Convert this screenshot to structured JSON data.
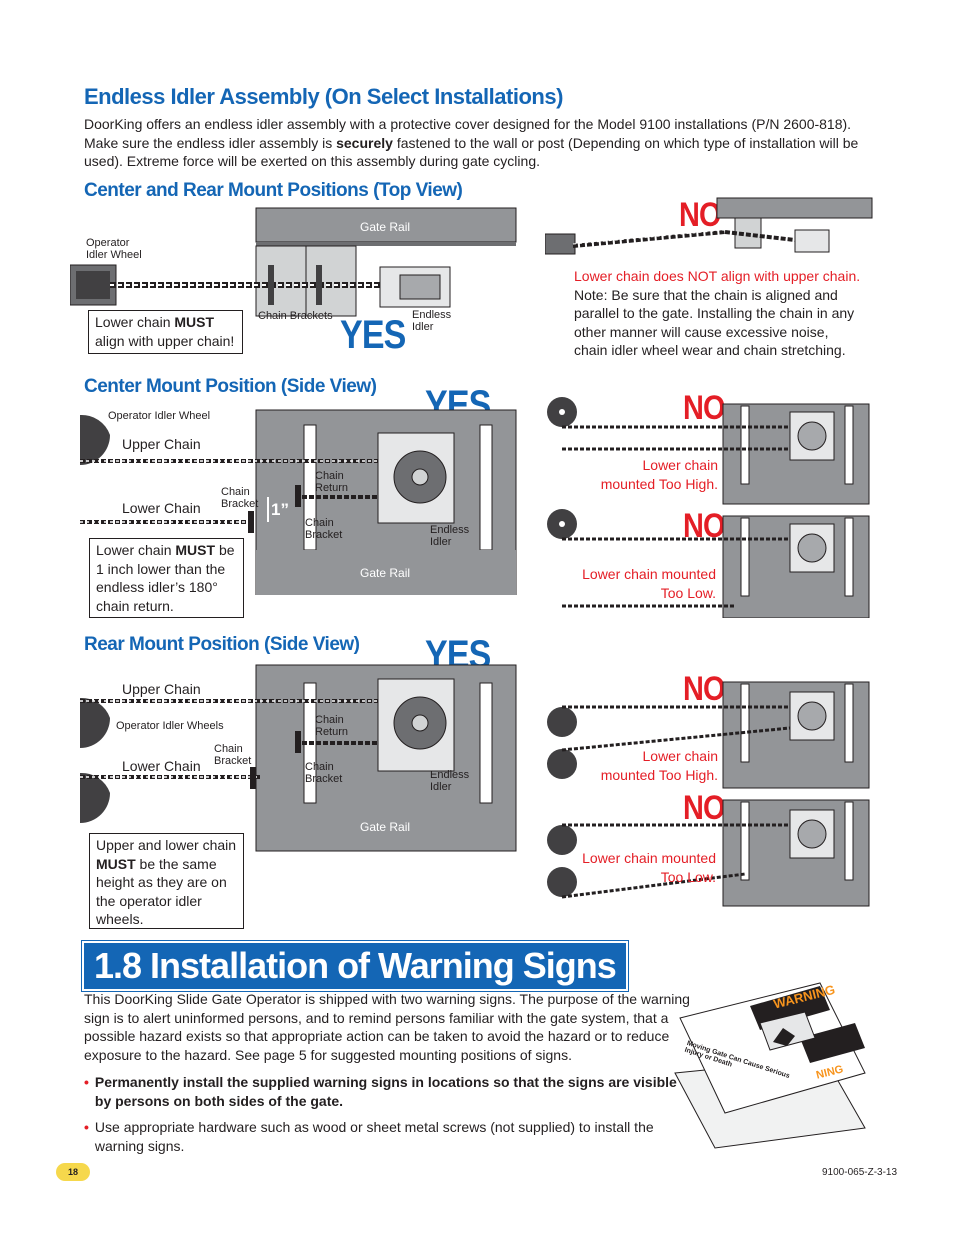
{
  "endless": {
    "heading": "Endless Idler Assembly (On Select Installations)",
    "para_1": "DoorKing offers an endless idler assembly with a protective cover designed for the Model 9100 installations (P/N 2600-818).",
    "para_2_a": "Make sure the endless idler assembly is ",
    "para_2_bold": "securely",
    "para_2_b": " fastened to the wall or post (Depending on which type of installation will be",
    "para_3": "used). Extreme force will be exerted on this assembly during gate cycling."
  },
  "top_view": {
    "heading": "Center and Rear Mount Positions (Top View)",
    "gate_rail": "Gate Rail",
    "operator_idler_1": "Operator",
    "operator_idler_2": "Idler Wheel",
    "chain_brackets": "Chain Brackets",
    "endless_1": "Endless",
    "endless_2": "Idler",
    "note_a": "Lower chain ",
    "note_bold": "MUST",
    "note_b": "align with upper chain!",
    "yes": "YES",
    "no": "NO",
    "no_red": "Lower chain does NOT align with upper chain.",
    "no_note_1": "Note: Be sure that the chain is aligned and",
    "no_note_2": "parallel to the gate. Installing the chain in any",
    "no_note_3": "other manner will cause excessive noise,",
    "no_note_4": "chain idler wheel wear and chain stretching."
  },
  "center_side": {
    "heading": "Center Mount Position (Side View)",
    "yes": "YES",
    "operator_idler": "Operator Idler Wheel",
    "upper_chain": "Upper Chain",
    "lower_chain": "Lower Chain",
    "chain_bracket_1": "Chain",
    "chain_bracket_2": "Bracket",
    "chain_return_1": "Chain",
    "chain_return_2": "Return",
    "endless_1": "Endless",
    "endless_2": "Idler",
    "gate_rail": "Gate Rail",
    "one_inch": "1”",
    "box_a": "Lower chain ",
    "box_bold": "MUST",
    "box_b": " be",
    "box_2": "1 inch lower than the",
    "box_3": "endless idler’s 180°",
    "box_4": "chain return.",
    "no": "NO",
    "high_1": "Lower chain",
    "high_2": "mounted Too High.",
    "low_1": "Lower chain mounted",
    "low_2": "Too Low."
  },
  "rear_side": {
    "heading": "Rear Mount Position (Side View)",
    "yes": "YES",
    "upper_chain": "Upper Chain",
    "operator_idlers": "Operator Idler Wheels",
    "lower_chain": "Lower Chain",
    "chain_bracket_1": "Chain",
    "chain_bracket_2": "Bracket",
    "chain_return_1": "Chain",
    "chain_return_2": "Return",
    "endless_1": "Endless",
    "endless_2": "Idler",
    "gate_rail": "Gate Rail",
    "box_1": "Upper and lower chain",
    "box_bold": "MUST",
    "box_2b": " be the same",
    "box_3": "height as they are on",
    "box_4": "the operator idler",
    "box_5": "wheels.",
    "no": "NO",
    "high_1": "Lower chain",
    "high_2": "mounted Too High.",
    "low_1": "Lower chain mounted",
    "low_2": "Too Low."
  },
  "warning": {
    "banner": "1.8 Installation of Warning Signs",
    "p1": "This DoorKing Slide Gate Operator is shipped with two warning signs. The purpose of the warning",
    "p2": "sign is to alert uninformed persons, and to remind persons familiar with the gate system, that a",
    "p3": "possible hazard exists so that appropriate action can be taken to avoid the hazard or to reduce",
    "p4": "exposure to the hazard. See page 5 for suggested mounting positions of signs.",
    "b1_1": "Permanently install the supplied warning signs in locations so that the signs are visible",
    "b1_2": "by persons on both sides of the gate.",
    "b2_1": "Use appropriate hardware such as wood or sheet metal screws (not supplied) to install the",
    "b2_2": "warning signs.",
    "sign_word": "WARNING",
    "sign_word_2": "NING",
    "sign_line": "Moving Gate Can Cause Serious Injury or Death"
  },
  "footer": {
    "page": "18",
    "doc": "9100-065-Z-3-13"
  },
  "colors": {
    "blue": "#1466b5",
    "red": "#e41e26",
    "gray": "#939598",
    "dark": "#231f20"
  }
}
